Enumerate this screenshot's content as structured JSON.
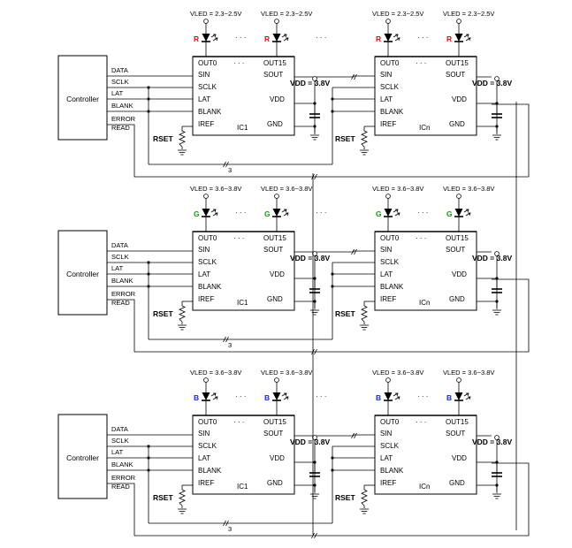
{
  "controller_label": "Controller",
  "controller_signals": [
    "DATA",
    "SCLK",
    "LAT",
    "BLANK",
    "ERROR",
    "READ"
  ],
  "ic_pins": {
    "out0": "OUT0",
    "out15": "OUT15",
    "sin": "SIN",
    "sout": "SOUT",
    "sclk": "SCLK",
    "lat": "LAT",
    "blank": "BLANK",
    "vdd": "VDD",
    "iref": "IREF",
    "gnd": "GND"
  },
  "ellipsis": "· · ·",
  "rset_label": "RSET",
  "vdd_supply": "VDD = 3.8V",
  "ic_first": "IC1",
  "ic_last": "ICn",
  "chain_count": "3",
  "rows": [
    {
      "color_label": "R",
      "color": "#e01010",
      "vled": "VLED = 2.3~2.5V"
    },
    {
      "color_label": "G",
      "color": "#129a12",
      "vled": "VLED = 3.6~3.8V"
    },
    {
      "color_label": "B",
      "color": "#1430c8",
      "vled": "VLED = 3.6~3.8V"
    }
  ]
}
